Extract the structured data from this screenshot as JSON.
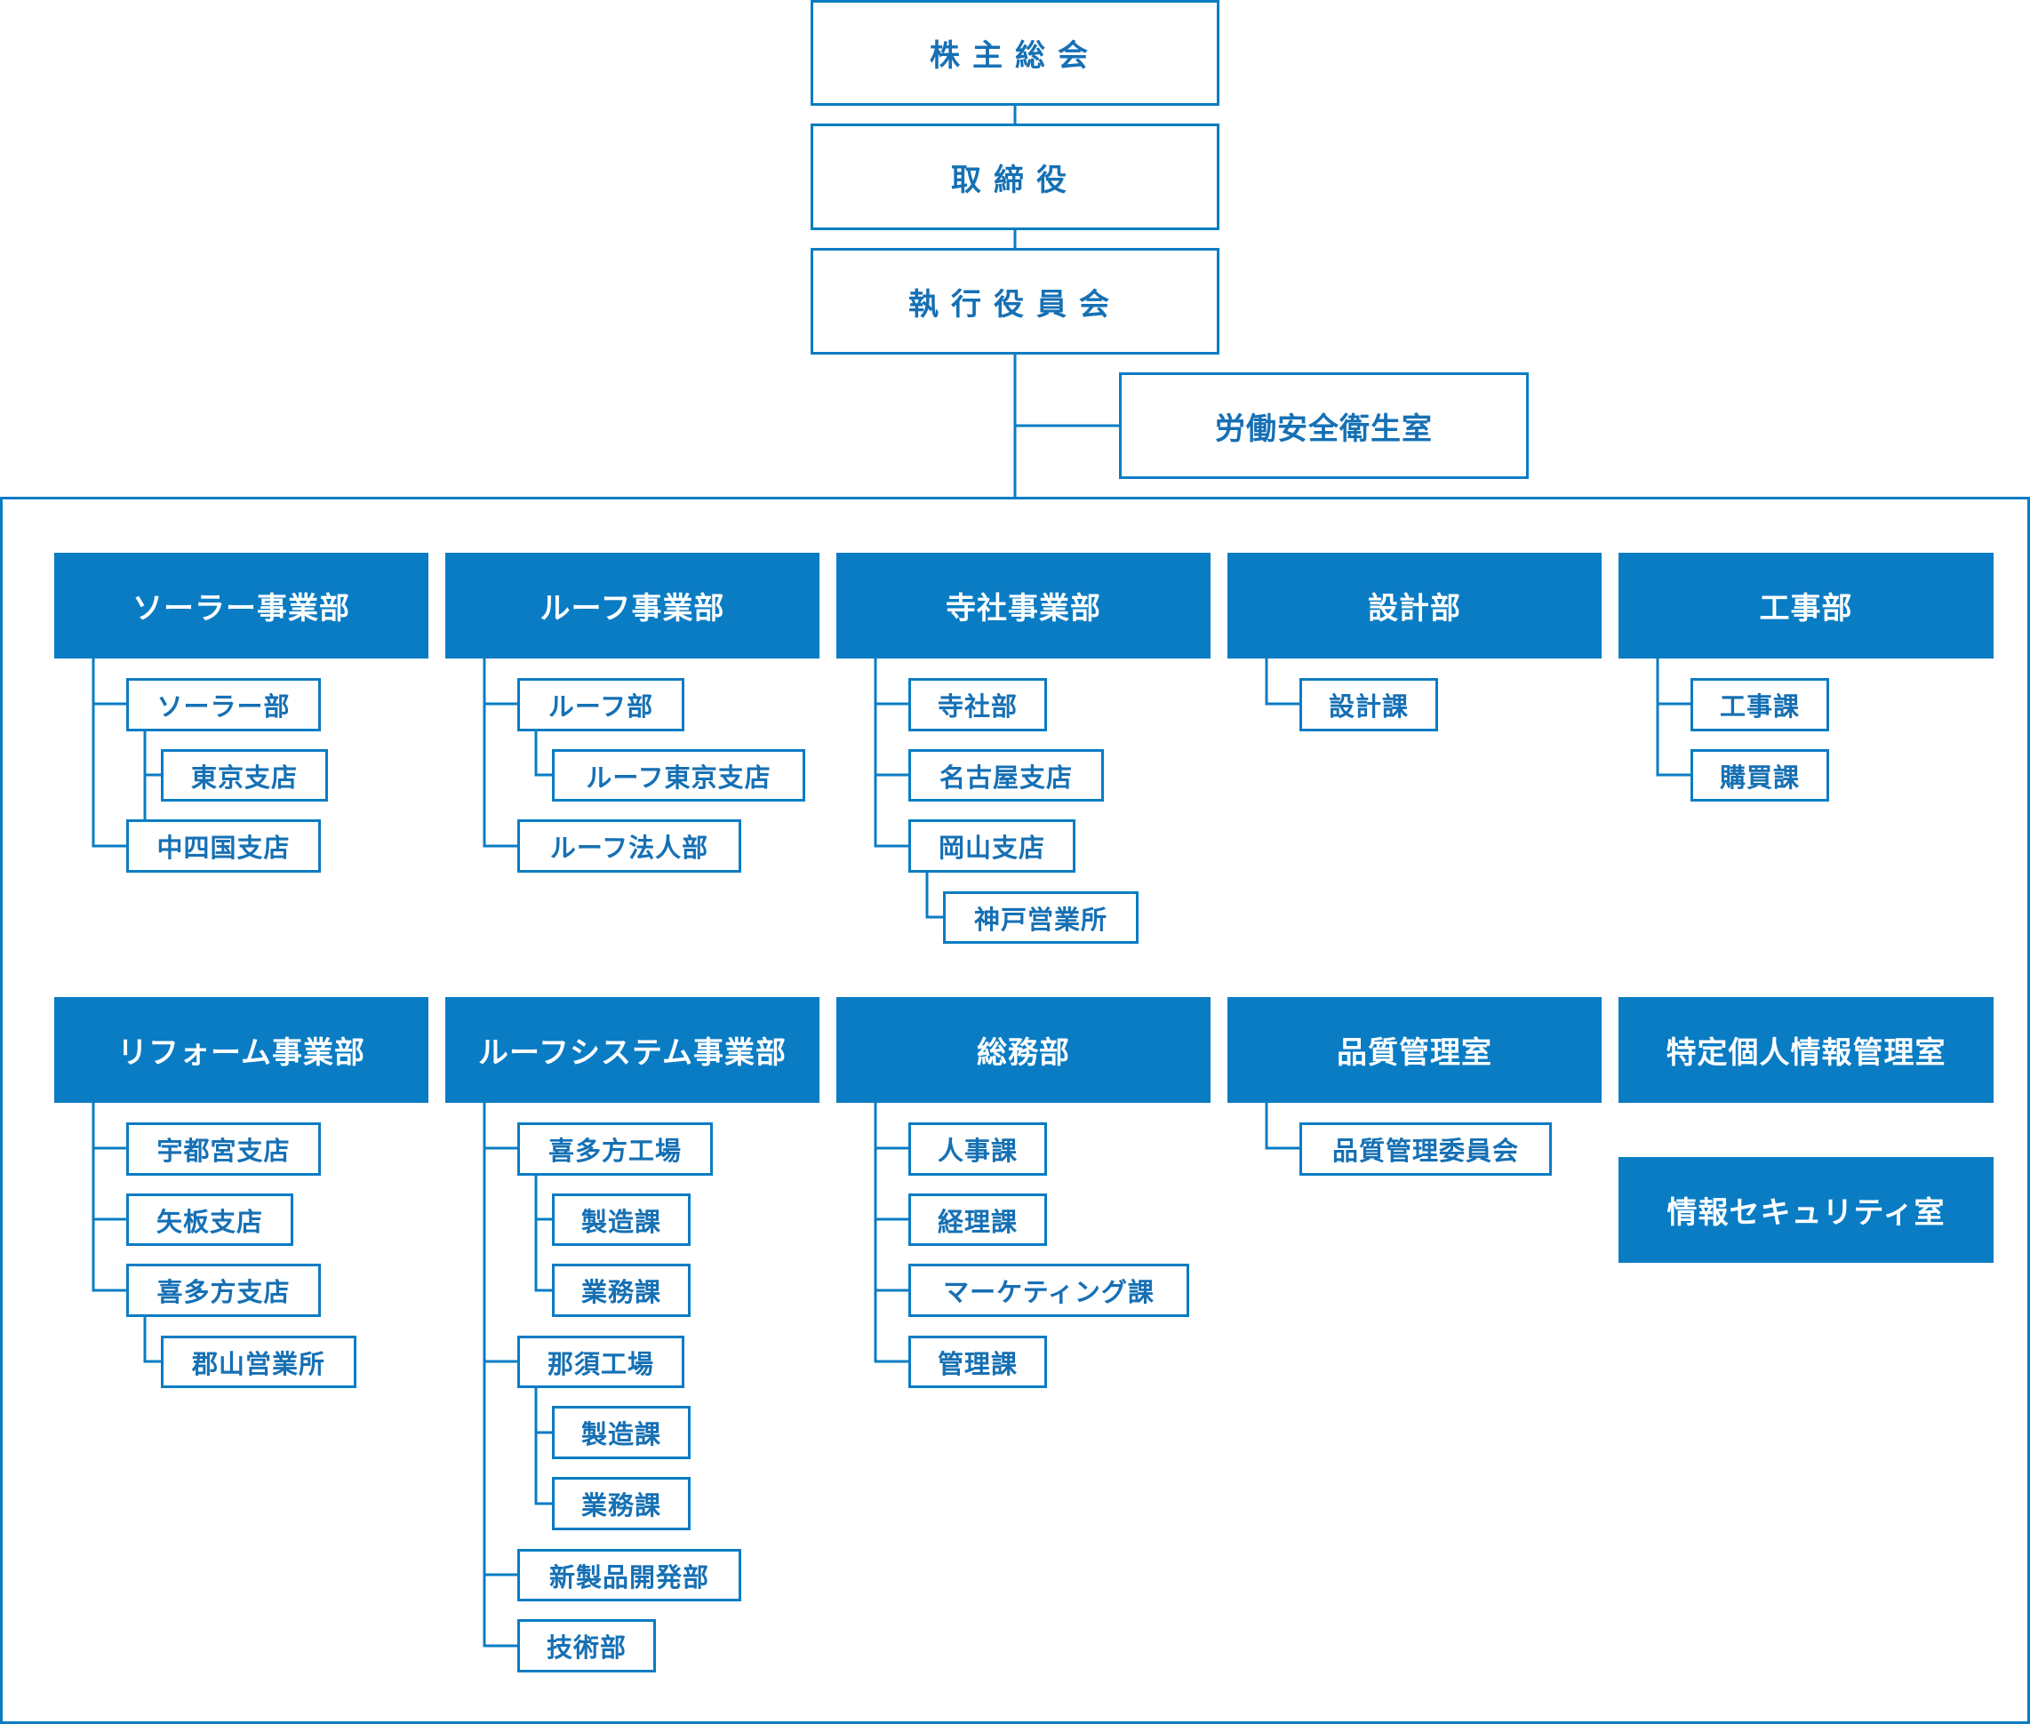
{
  "colors": {
    "brand": "#0a7cc4",
    "text": "#1670b4",
    "background": "#ffffff"
  },
  "top": {
    "shareholders": "株主総会",
    "board": "取締役",
    "executive": "執行役員会",
    "safety": "労働安全衛生室"
  },
  "departments": [
    {
      "name": "ソーラー事業部",
      "units": [
        "ソーラー部",
        "東京支店",
        "中四国支店"
      ]
    },
    {
      "name": "ルーフ事業部",
      "units": [
        "ルーフ部",
        "ルーフ東京支店",
        "ルーフ法人部"
      ]
    },
    {
      "name": "寺社事業部",
      "units": [
        "寺社部",
        "名古屋支店",
        "岡山支店",
        "神戸営業所"
      ]
    },
    {
      "name": "設計部",
      "units": [
        "設計課"
      ]
    },
    {
      "name": "工事部",
      "units": [
        "工事課",
        "購買課"
      ]
    },
    {
      "name": "リフォーム事業部",
      "units": [
        "宇都宮支店",
        "矢板支店",
        "喜多方支店",
        "郡山営業所"
      ]
    },
    {
      "name": "ルーフシステム事業部",
      "units": [
        "喜多方工場",
        "製造課",
        "業務課",
        "那須工場",
        "製造課",
        "業務課",
        "新製品開発部",
        "技術部"
      ]
    },
    {
      "name": "総務部",
      "units": [
        "人事課",
        "経理課",
        "マーケティング課",
        "管理課"
      ]
    },
    {
      "name": "品質管理室",
      "units": [
        "品質管理委員会"
      ]
    },
    {
      "name": "特定個人情報管理室",
      "units": []
    },
    {
      "name": "情報セキュリティ室",
      "units": []
    }
  ]
}
